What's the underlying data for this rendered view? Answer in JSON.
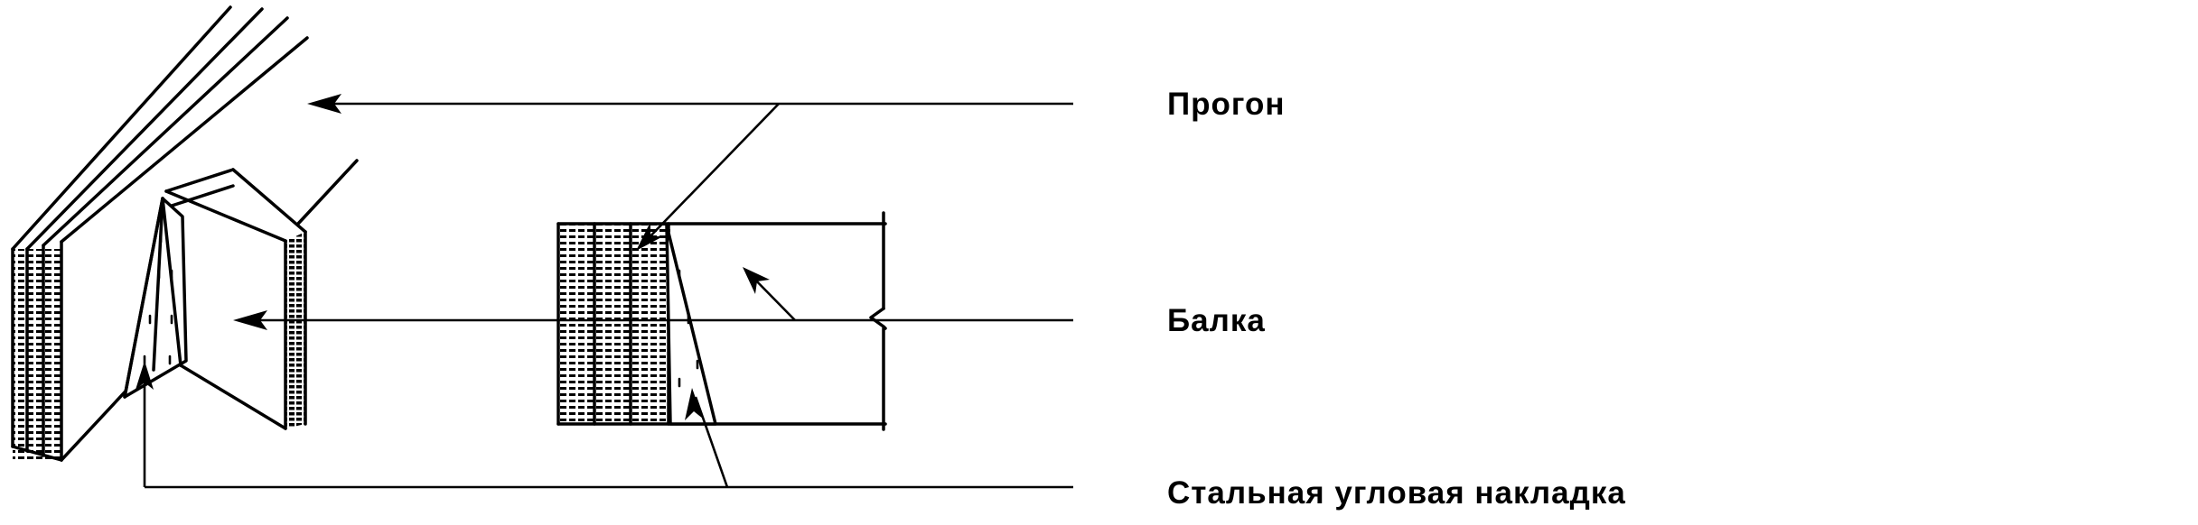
{
  "labels": {
    "purlin": "Прогон",
    "beam": "Балка",
    "plate": "Стальная угловая накладка"
  },
  "colors": {
    "ink": "#000000",
    "background": "#ffffff"
  }
}
